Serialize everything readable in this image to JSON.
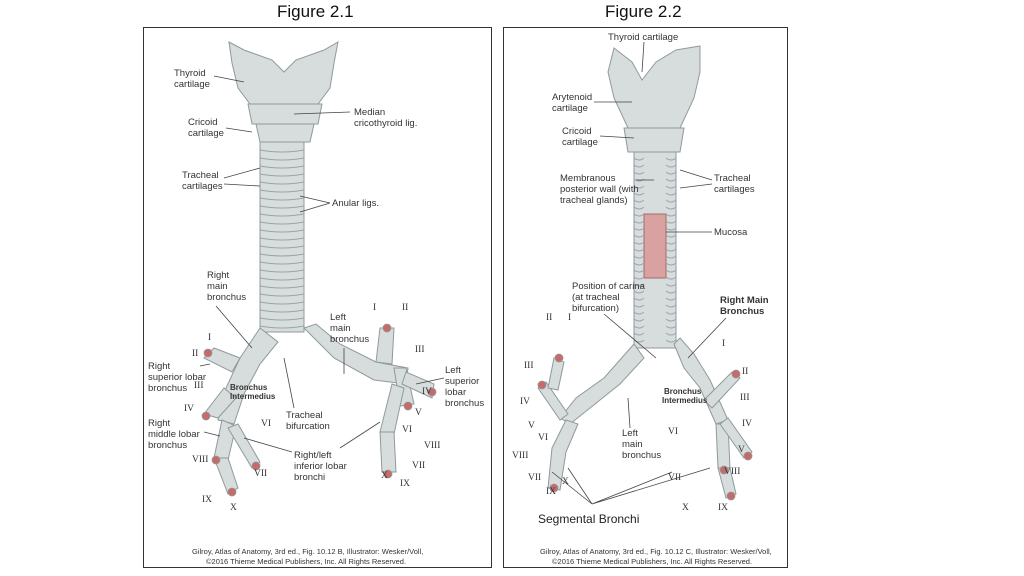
{
  "titles": {
    "fig1": "Figure 2.1",
    "fig2": "Figure 2.2"
  },
  "fig1": {
    "labels": {
      "thyroid": [
        "Thyroid",
        "cartilage"
      ],
      "median": [
        "Median",
        "cricothyroid lig."
      ],
      "cricoid": [
        "Cricoid",
        "cartilage"
      ],
      "tracheal": [
        "Tracheal",
        "cartilages"
      ],
      "anular": [
        "Anular ligs."
      ],
      "right_main": [
        "Right",
        "main",
        "bronchus"
      ],
      "left_main": [
        "Left",
        "main",
        "bronchus"
      ],
      "right_sup": [
        "Right",
        "superior lobar",
        "bronchus"
      ],
      "bronchus_int": [
        "Bronchus",
        "Intermedius"
      ],
      "tracheal_bif": [
        "Tracheal",
        "bifurcation"
      ],
      "right_mid": [
        "Right",
        "middle lobar",
        "bronchus"
      ],
      "left_sup": [
        "Left",
        "superior",
        "lobar",
        "bronchus"
      ],
      "inferior": [
        "Right/left",
        "inferior lobar",
        "bronchi"
      ]
    },
    "numerals": [
      "I",
      "II",
      "III",
      "IV",
      "V",
      "VI",
      "VII",
      "VIII",
      "IX",
      "X"
    ],
    "credit": [
      "Gilroy, Atlas of Anatomy, 3rd ed., Fig. 10.12 B, Illustrator: Wesker/Voll,",
      "©2016 Thieme Medical Publishers, Inc. All Rights Reserved."
    ]
  },
  "fig2": {
    "labels": {
      "thyroid": [
        "Thyroid cartilage"
      ],
      "arytenoid": [
        "Arytenoid",
        "cartilage"
      ],
      "cricoid": [
        "Cricoid",
        "cartilage"
      ],
      "membranous": [
        "Membranous",
        "posterior wall (with",
        "tracheal glands)"
      ],
      "tracheal": [
        "Tracheal",
        "cartilages"
      ],
      "mucosa": [
        "Mucosa"
      ],
      "carina": [
        "Position of carina",
        "(at tracheal",
        "bifurcation)"
      ],
      "right_main": [
        "Right Main",
        "Bronchus"
      ],
      "bronchus_int": [
        "Bronchus",
        "Intermedius"
      ],
      "left_main": [
        "Left",
        "main",
        "bronchus"
      ]
    },
    "numerals": [
      "I",
      "II",
      "III",
      "IV",
      "V",
      "VI",
      "VII",
      "VIII",
      "IX",
      "X"
    ],
    "segmental": "Segmental Bronchi",
    "credit": [
      "Gilroy, Atlas of Anatomy, 3rd ed., Fig. 10.12 C, Illustrator: Wesker/Voll,",
      "©2016 Thieme Medical Publishers, Inc. All Rights Reserved."
    ]
  },
  "colors": {
    "cartilage": "#d7dcdd",
    "mucosa": "#d9a1a0",
    "tip": "#c86a6a"
  }
}
